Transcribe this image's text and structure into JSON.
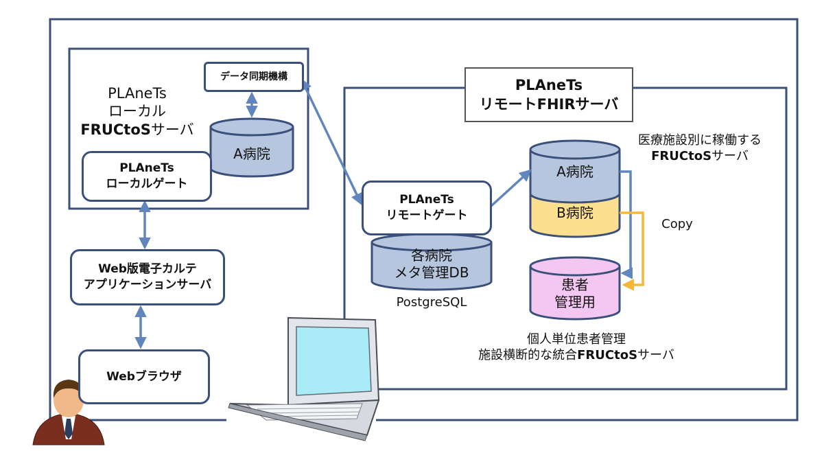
{
  "local_server": {
    "title_line1": "PLAnеTs",
    "title_line2": "ローカル",
    "title_line3_bold": "FRUCtoS",
    "title_line3_rest": "サーバ"
  },
  "sync_box": "データ同期機構",
  "local_db": "A病院",
  "local_gate": {
    "line1": "PLAneTs",
    "line2": "ローカルゲート"
  },
  "web_app_server": {
    "line1": "Web版電子カルテ",
    "line2": "アプリケーションサーバ"
  },
  "browser": "Webブラウザ",
  "remote_server": {
    "line1": "PLAneTs",
    "line2": "リモートFHIRサーバ"
  },
  "remote_gate": {
    "line1": "PLAneTs",
    "line2": "リモートゲート"
  },
  "meta_db": {
    "line1": "各病院",
    "line2": "メタ管理DB"
  },
  "postgres_label": "PostgreSQL",
  "facility_caption": {
    "line1": "医療施設別に稼働する",
    "line2_bold": "FRUCtoS",
    "line2_rest": "サーバ"
  },
  "hospital_a": "A病院",
  "hospital_b": "B病院",
  "copy_label": "Copy",
  "patient_db": {
    "line1": "患者",
    "line2": "管理用"
  },
  "integrated_caption": {
    "line1": "個人単位患者管理",
    "line2_pre": "施設横断的な統合",
    "line2_bold": "FRUCtoS",
    "line2_rest": "サーバ"
  },
  "colors": {
    "frame": "#3a4f7a",
    "arrow": "#6185bd",
    "db_blue": "#b7c6df",
    "db_yellow": "#fce090",
    "db_pink": "#f4c6f2",
    "copy_arrow": "#f5b735"
  },
  "icons": [
    "user-avatar-icon",
    "laptop-icon"
  ]
}
